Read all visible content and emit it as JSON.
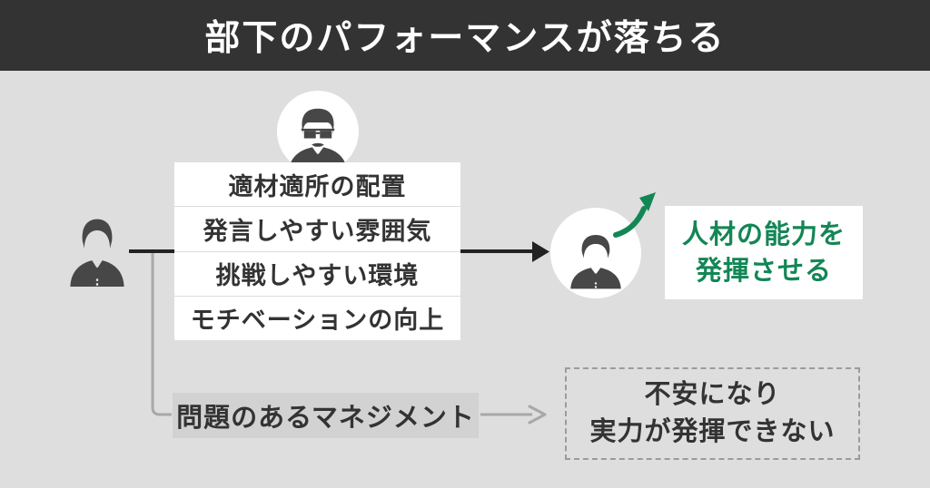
{
  "header": {
    "title": "部下のパフォーマンスが落ちる"
  },
  "colors": {
    "header_bg": "#333333",
    "page_bg": "#dedede",
    "accent_green": "#138655",
    "icon_dark": "#474747",
    "line_black": "#222222",
    "line_gray": "#a8a8a8",
    "cause_box_bg": "#d2d2d2",
    "dashed_border": "#9b9b9b",
    "text_dark": "#333333"
  },
  "icons": {
    "top": "manager-with-glasses-icon",
    "left": "businessman-icon",
    "right": "businessman-in-circle-icon",
    "growth": "green-growth-arrow-icon"
  },
  "good_management": {
    "factors": [
      "適材適所の配置",
      "発言しやすい雰囲気",
      "挑戦しやすい環境",
      "モチベーションの向上"
    ],
    "outcome_line1": "人材の能力を",
    "outcome_line2": "発揮させる"
  },
  "bad_management": {
    "label": "問題のあるマネジメント",
    "outcome_line1": "不安になり",
    "outcome_line2": "実力が発揮できない"
  }
}
